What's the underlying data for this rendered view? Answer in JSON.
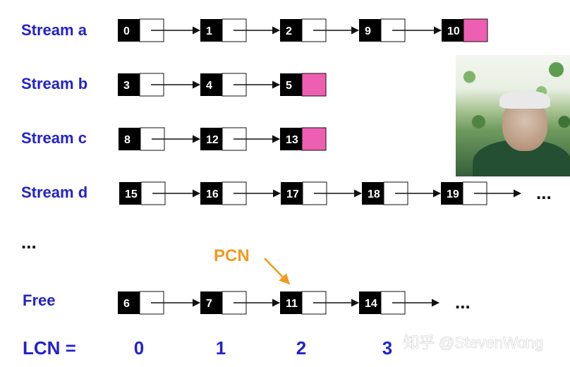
{
  "diagram": {
    "rows": [
      {
        "label": "Stream a",
        "nodes": [
          {
            "num": "0",
            "end": false
          },
          {
            "num": "1",
            "end": false
          },
          {
            "num": "2",
            "end": false
          },
          {
            "num": "9",
            "end": false
          },
          {
            "num": "10",
            "end": true
          }
        ],
        "trailing": ""
      },
      {
        "label": "Stream b",
        "nodes": [
          {
            "num": "3",
            "end": false
          },
          {
            "num": "4",
            "end": false
          },
          {
            "num": "5",
            "end": true
          }
        ],
        "trailing": ""
      },
      {
        "label": "Stream c",
        "nodes": [
          {
            "num": "8",
            "end": false
          },
          {
            "num": "12",
            "end": false
          },
          {
            "num": "13",
            "end": true
          }
        ],
        "trailing": ""
      },
      {
        "label": "Stream d",
        "nodes": [
          {
            "num": "15",
            "end": false
          },
          {
            "num": "16",
            "end": false
          },
          {
            "num": "17",
            "end": false
          },
          {
            "num": "18",
            "end": false
          },
          {
            "num": "19",
            "end": false
          }
        ],
        "trailing": "..."
      },
      {
        "label": "Free",
        "nodes": [
          {
            "num": "6",
            "end": false
          },
          {
            "num": "7",
            "end": false
          },
          {
            "num": "11",
            "end": false
          },
          {
            "num": "14",
            "end": false
          }
        ],
        "trailing": "..."
      }
    ],
    "more_rows": "...",
    "pcn_label": "PCN",
    "lcn": {
      "label": "LCN =",
      "values": [
        "0",
        "1",
        "2",
        "3"
      ]
    },
    "colors": {
      "label": "#2323c8",
      "number_box": "#000000",
      "end_marker": "#ee5fb3",
      "pcn": "#f39a1e"
    }
  },
  "watermark": "知乎 @StevenWong",
  "webcam": {
    "icon": "webcam-presenter-icon"
  }
}
